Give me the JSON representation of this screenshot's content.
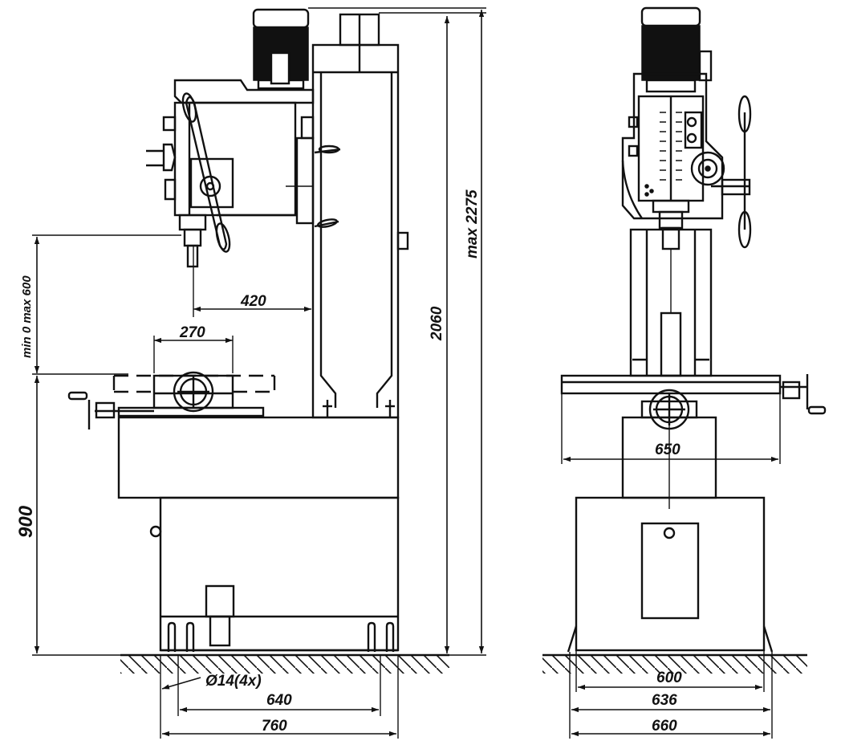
{
  "dimensions": {
    "dim_420": "420",
    "dim_270": "270",
    "dim_min_max": "min 0 max 600",
    "dim_900": "900",
    "dim_2060": "2060",
    "dim_max_2275": "max 2275",
    "dim_hole": "Ø14(4x)",
    "dim_640": "640",
    "dim_760": "760",
    "dim_650": "650",
    "dim_600": "600",
    "dim_636": "636",
    "dim_660": "660"
  }
}
